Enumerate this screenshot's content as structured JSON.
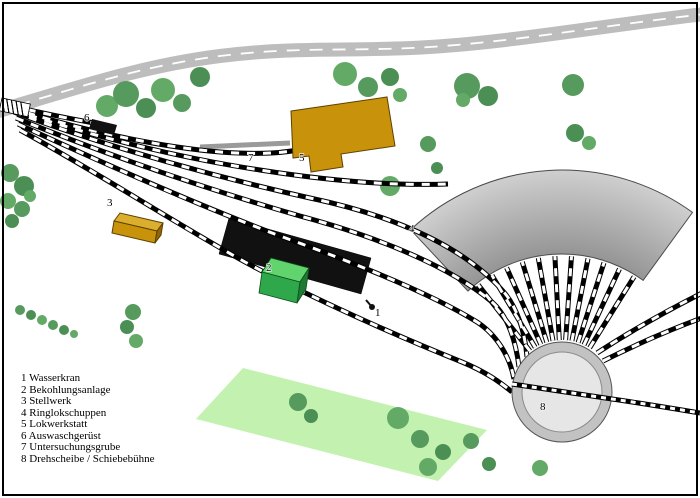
{
  "features": [
    {
      "number": "1",
      "name": "Wasserkran"
    },
    {
      "number": "2",
      "name": "Bekohlungsanlage"
    },
    {
      "number": "3",
      "name": "Stellwerk"
    },
    {
      "number": "4",
      "name": "Ringlokschuppen"
    },
    {
      "number": "5",
      "name": "Lokwerkstatt"
    },
    {
      "number": "6",
      "name": "Auswaschgerüst"
    },
    {
      "number": "7",
      "name": "Untersuchungsgrube"
    },
    {
      "number": "8",
      "name": "Drehscheibe / Schiebebühne"
    }
  ],
  "palette": {
    "road": "#bdbdbd",
    "rail_dark": "#000000",
    "rail_light": "#ffffff",
    "tree": "#579a5e",
    "tree_dark": "#4c8f55",
    "tree_light": "#63aa67",
    "building_gold": "#c8920a",
    "gold_roof": "#dcae2e",
    "gold_side": "#8f6506",
    "coal_black": "#111111",
    "plant_green_front": "#2ea84a",
    "plant_green_top": "#62d46e",
    "plant_green_side": "#1d7a33",
    "meadow": "#b9f0a2",
    "roundhouse_outer": "#d6d6d6",
    "roundhouse_inner": "#8f8f8f",
    "turntable_ring": "#c2c2c2",
    "turntable_pit": "#e6e6e6",
    "inspection_pit_gray": "#9a9a9a"
  }
}
